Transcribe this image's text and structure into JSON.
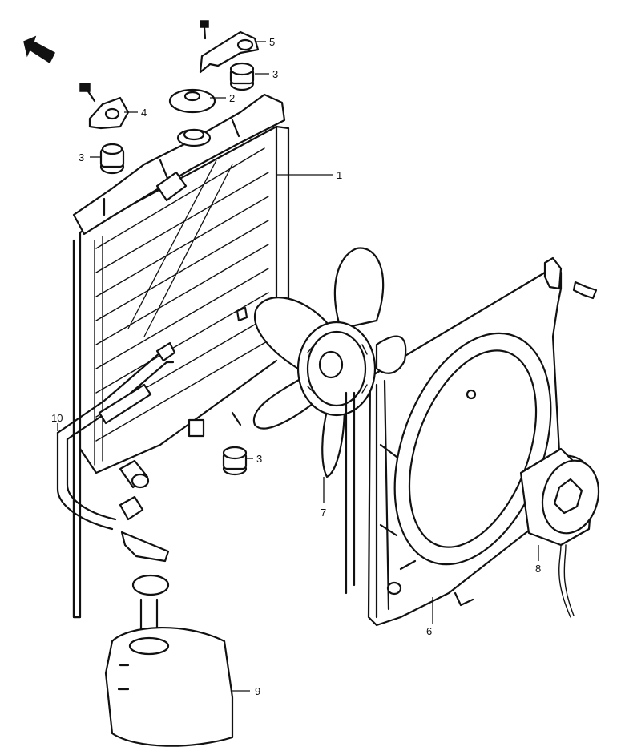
{
  "diagram": {
    "direction_arrow": "front-arrow-icon",
    "callouts": [
      {
        "id": "radiator",
        "label": "1"
      },
      {
        "id": "radiator-cap",
        "label": "2"
      },
      {
        "id": "cushion-top-right",
        "label": "3"
      },
      {
        "id": "cushion-top-left",
        "label": "3"
      },
      {
        "id": "cushion-bottom",
        "label": "3"
      },
      {
        "id": "bracket-left",
        "label": "4"
      },
      {
        "id": "bracket-top",
        "label": "5"
      },
      {
        "id": "fan-shroud",
        "label": "6"
      },
      {
        "id": "cooling-fan",
        "label": "7"
      },
      {
        "id": "fan-motor",
        "label": "8"
      },
      {
        "id": "reservoir-tank",
        "label": "9"
      },
      {
        "id": "overflow-hose",
        "label": "10"
      }
    ]
  }
}
